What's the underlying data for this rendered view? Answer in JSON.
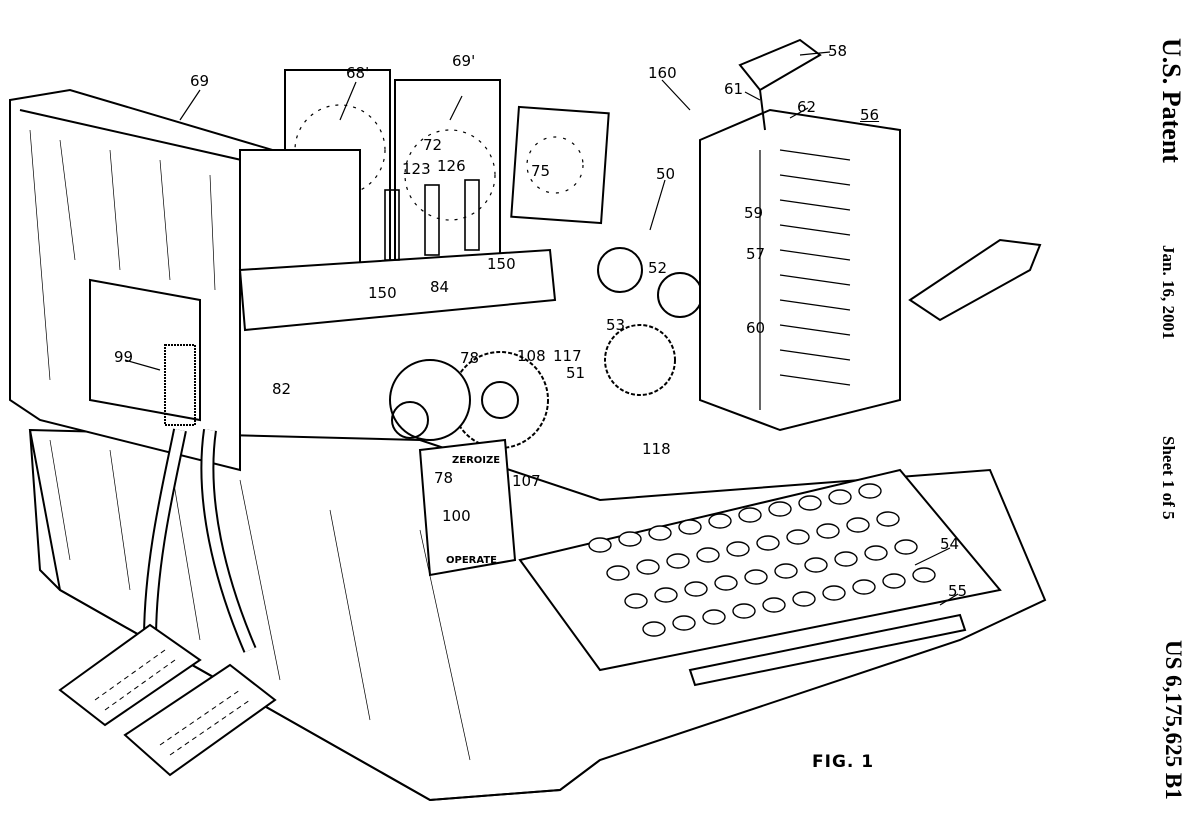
{
  "header": {
    "office": "U.S. Patent",
    "date": "Jan. 16, 2001",
    "sheet": "Sheet 1 of 5",
    "patent_number": "US 6,175,625 B1"
  },
  "figure": {
    "caption": "FIG. 1",
    "plate_labels": {
      "zeroize": "ZEROIZE",
      "operate": "OPERATE"
    },
    "reference_numerals": [
      "69",
      "68'",
      "69'",
      "72",
      "75",
      "123",
      "126",
      "150",
      "150",
      "84",
      "99",
      "82",
      "78",
      "108",
      "117",
      "51",
      "53",
      "52",
      "50",
      "160",
      "61",
      "58",
      "62",
      "56",
      "59",
      "57",
      "60",
      "118",
      "107",
      "78",
      "100",
      "54",
      "55"
    ]
  }
}
